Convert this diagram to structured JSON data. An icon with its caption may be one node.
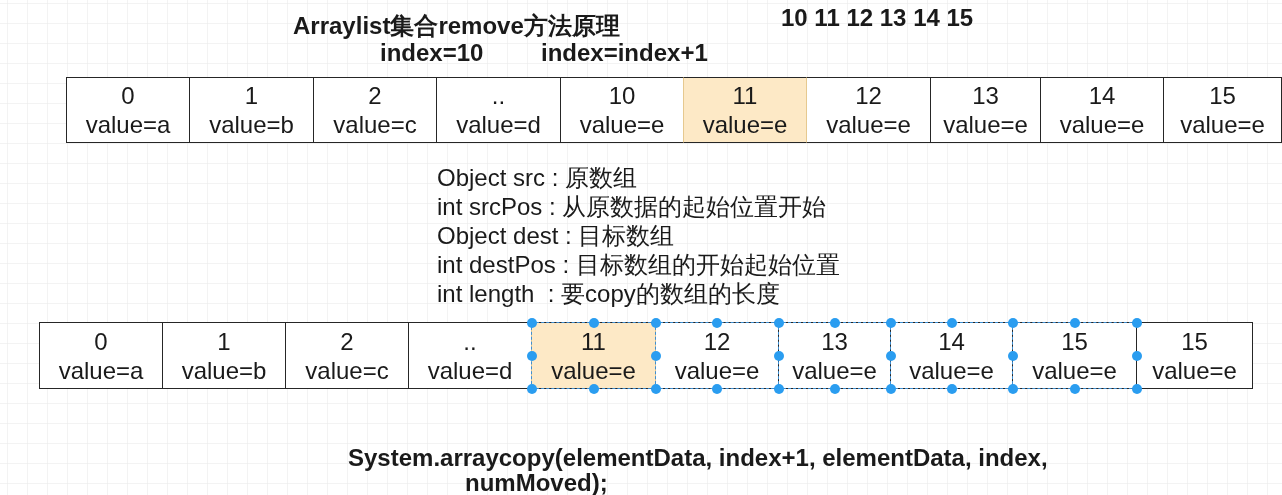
{
  "diagram": {
    "title": "Arraylist集合remove方法原理",
    "nodes": [
      {
        "text": [
          "0",
          "value=a"
        ]
      },
      {
        "text": [
          "1",
          "value=b"
        ]
      },
      {
        "text": [
          "2",
          "value=c"
        ]
      },
      {
        "text": [
          "..",
          "value=d"
        ]
      },
      {
        "text": [
          "10",
          "value=e"
        ]
      },
      {
        "text": [
          "11",
          "value=e"
        ]
      },
      {
        "text": [
          "12",
          "value=e"
        ]
      },
      {
        "text": [
          "13",
          "value=e"
        ]
      },
      {
        "text": [
          "14",
          "value=e"
        ]
      },
      {
        "text": [
          "15",
          "value=e"
        ]
      },
      {
        "text": [
          "0",
          "value=a"
        ]
      },
      {
        "text": [
          "1",
          "value=b"
        ]
      },
      {
        "text": [
          "2",
          "value=c"
        ]
      },
      {
        "text": [
          "..",
          "value=d"
        ]
      },
      {
        "text": [
          "11",
          "value=e"
        ]
      },
      {
        "text": [
          "12",
          "value=e"
        ]
      },
      {
        "text": [
          "13",
          "value=e"
        ]
      },
      {
        "text": [
          "14",
          "value=e"
        ]
      },
      {
        "text": [
          "15",
          "value=e"
        ]
      },
      {
        "text": [
          "15",
          "value=e"
        ]
      }
    ],
    "labels": [
      "10 11 12 13 14 15",
      "index=10",
      "index=index+1",
      "Object src : 原数组",
      "int srcPos : 从原数据的起始位置开始",
      "Object dest : 目标数组",
      "int destPos : 目标数组的开始起始位置",
      "int length  : 要copy的数组的长度",
      "System.arraycopy(elementData, index+1, elementData, index, numMoved);"
    ]
  }
}
